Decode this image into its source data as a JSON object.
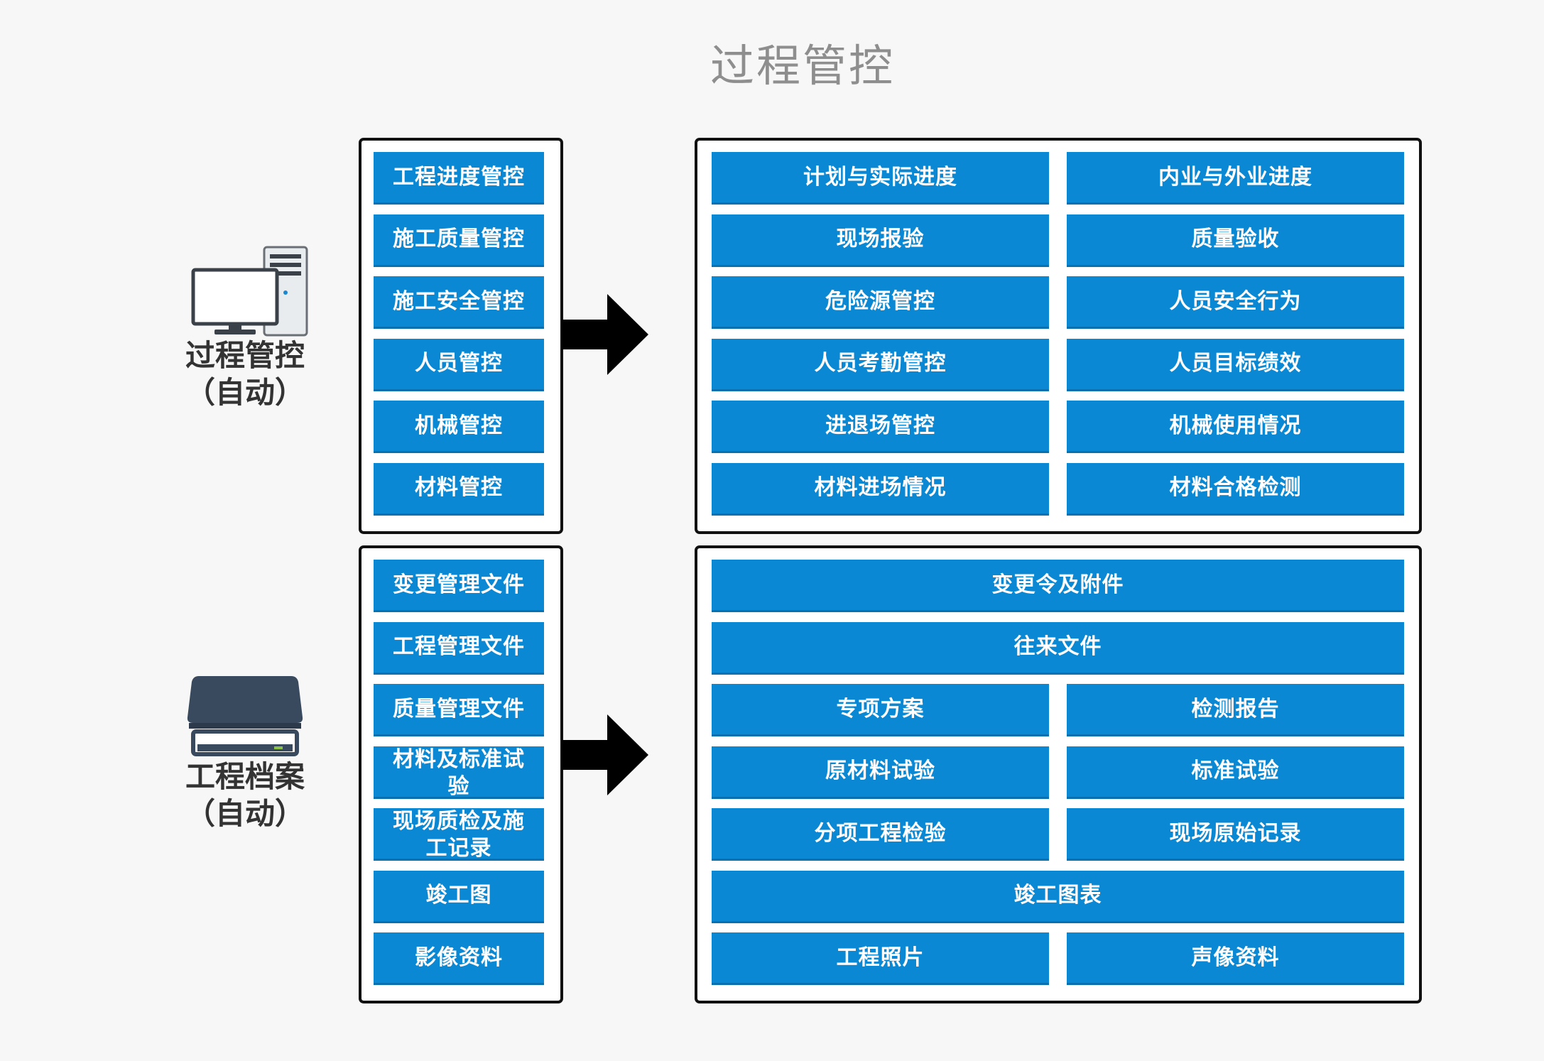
{
  "title": "过程管控",
  "process": {
    "label_line1": "过程管控",
    "label_line2": "（自动）",
    "left_items": [
      "工程进度管控",
      "施工质量管控",
      "施工安全管控",
      "人员管控",
      "机械管控",
      "材料管控"
    ],
    "right_rows": [
      [
        "计划与实际进度",
        "内业与外业进度"
      ],
      [
        "现场报验",
        "质量验收"
      ],
      [
        "危险源管控",
        "人员安全行为"
      ],
      [
        "人员考勤管控",
        "人员目标绩效"
      ],
      [
        "进退场管控",
        "机械使用情况"
      ],
      [
        "材料进场情况",
        "材料合格检测"
      ]
    ]
  },
  "archive": {
    "label_line1": "工程档案",
    "label_line2": "（自动）",
    "left_items": [
      "变更管理文件",
      "工程管理文件",
      "质量管理文件",
      "材料及标准试验",
      "现场质检及施工记录",
      "竣工图",
      "影像资料"
    ],
    "right_rows": [
      [
        "变更令及附件"
      ],
      [
        "往来文件"
      ],
      [
        "专项方案",
        "检测报告"
      ],
      [
        "原材料试验",
        "标准试验"
      ],
      [
        "分项工程检验",
        "现场原始记录"
      ],
      [
        "竣工图表"
      ],
      [
        "工程照片",
        "声像资料"
      ]
    ]
  },
  "icons": {
    "top": "computer-icon",
    "bottom": "scanner-icon",
    "arrow": "right-arrow-icon"
  },
  "colors": {
    "box_fill": "#0b88d3",
    "box_text": "#ffffff",
    "frame_border": "#111111",
    "title": "#8e8e8e",
    "label": "#333333"
  }
}
